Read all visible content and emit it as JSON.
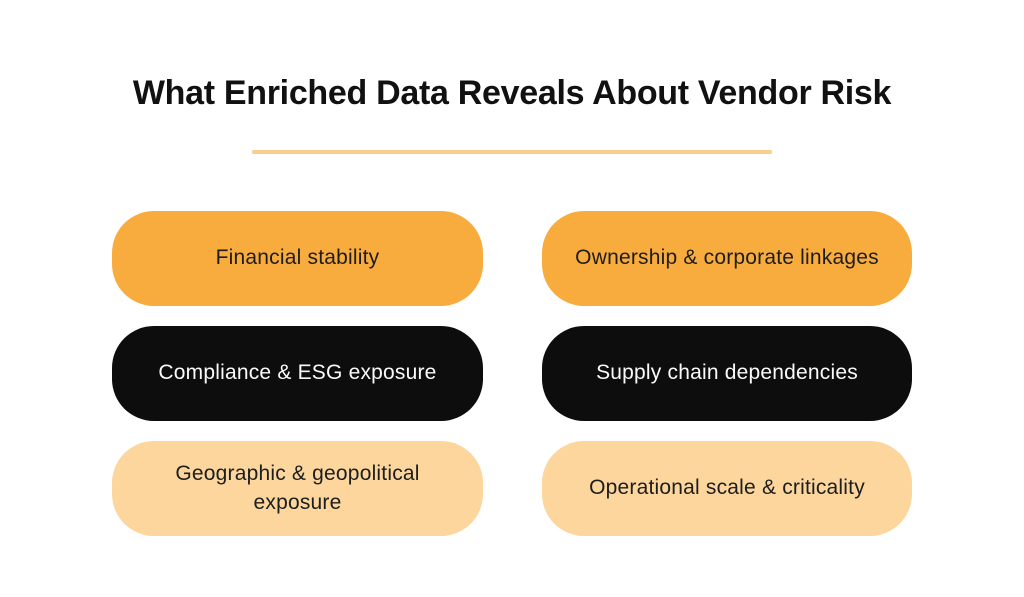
{
  "title": "What Enriched Data Reveals About Vendor Risk",
  "palette": {
    "background": "#FFFFFF",
    "title_text": "#111111",
    "divider": "#F9CD8B",
    "card_orange": "#F8AC3D",
    "card_black": "#0D0D0D",
    "card_peach": "#FCD69D",
    "card_text_dark": "#1D1D1D",
    "card_text_light": "#FAFAFA"
  },
  "cards": [
    {
      "label": "Financial stability",
      "variant": "orange"
    },
    {
      "label": "Ownership & corporate linkages",
      "variant": "orange"
    },
    {
      "label": "Compliance & ESG exposure",
      "variant": "black"
    },
    {
      "label": "Supply chain dependencies",
      "variant": "black"
    },
    {
      "label": "Geographic & geopolitical exposure",
      "variant": "peach"
    },
    {
      "label": "Operational scale & criticality",
      "variant": "peach"
    }
  ]
}
